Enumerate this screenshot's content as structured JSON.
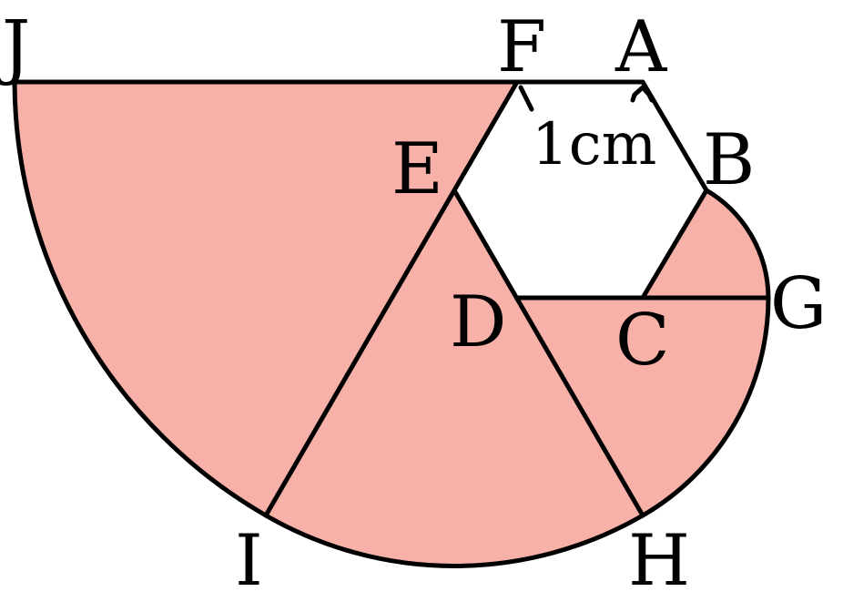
{
  "figure": {
    "fill_color": "#f7b1a8",
    "stroke_color": "#000000",
    "background_color": "#ffffff",
    "hexagon_side_label": "1cm",
    "point_labels": {
      "J": "J",
      "F": "F",
      "A": "A",
      "B": "B",
      "E": "E",
      "G": "G",
      "D": "D",
      "C": "C",
      "I": "I",
      "H": "H"
    }
  }
}
